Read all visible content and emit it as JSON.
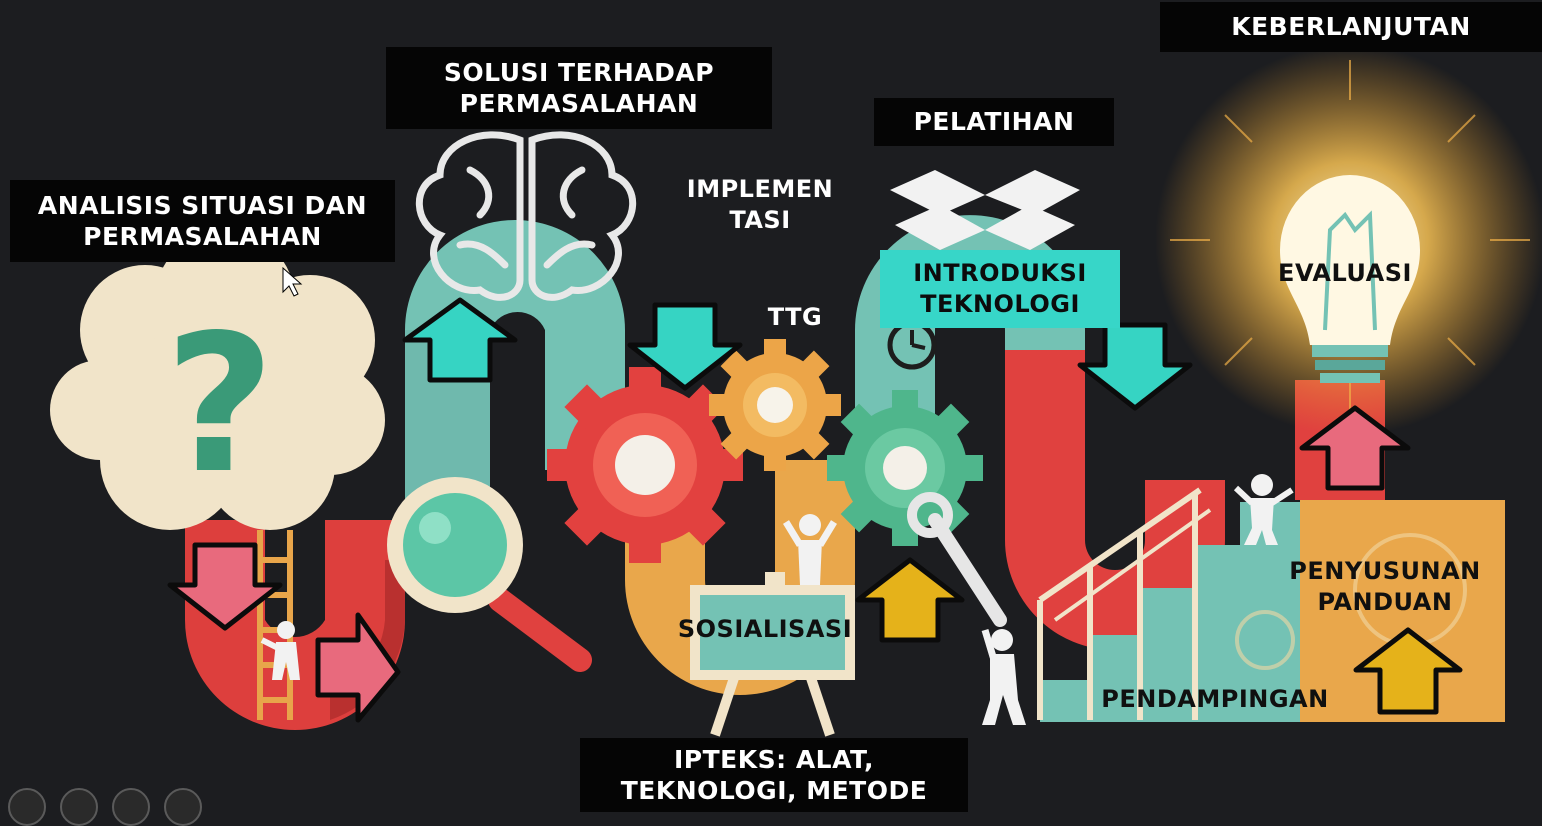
{
  "labels": {
    "analisis": [
      "ANALISIS SITUASI DAN",
      "PERMASALAHAN"
    ],
    "solusi": [
      "SOLUSI TERHADAP",
      "PERMASALAHAN"
    ],
    "pelatihan": "PELATIHAN",
    "keberlanjutan": "KEBERLANJUTAN",
    "implementasi": [
      "IMPLEMEN",
      "TASI"
    ],
    "ttg": "TTG",
    "introduksi": [
      "INTRODUKSI",
      "TEKNOLOGI"
    ],
    "evaluasi": "EVALUASI",
    "sosialisasi": "SOSIALISASI",
    "penyusunan": [
      "PENYUSUNAN",
      "PANDUAN"
    ],
    "pendampingan": "PENDAMPINGAN",
    "ipteks": [
      "IPTEKS: ALAT,",
      "TEKNOLOGI, METODE"
    ],
    "question_mark": "?"
  },
  "colors": {
    "background": "#1c1d20",
    "red": "#e0413f",
    "teal": "#74c2b4",
    "orange": "#e9a74b",
    "cream": "#f1e4c9",
    "arrow_teal": "#36d4c3",
    "arrow_pink": "#e86a7d",
    "arrow_yellow": "#e5b21a",
    "gear_red": "#e2413f",
    "gear_orange": "#eca548",
    "gear_green": "#4fb68c"
  }
}
